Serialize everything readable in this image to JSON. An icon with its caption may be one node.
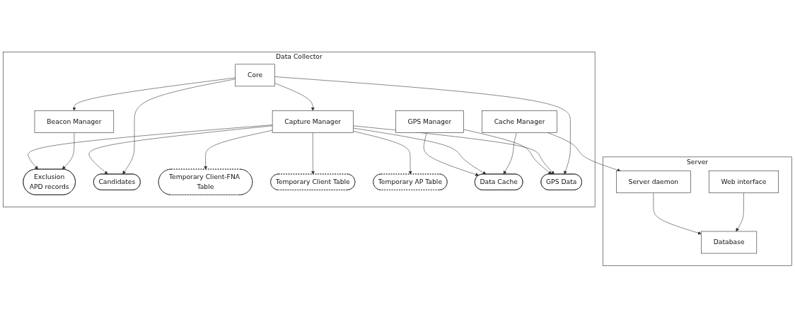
{
  "diagram": {
    "nodes": [
      {
        "text": [
          "Data Collector"
        ]
      },
      {
        "text": [
          "GPS Manager"
        ],
        "in": 0
      },
      {
        "text": [
          "GPS Data"
        ],
        "in": 0
      },
      {
        "text": [
          "Data Cache"
        ],
        "in": 0
      },
      {
        "text": [
          "Temporary AP Table"
        ],
        "in": 0
      },
      {
        "text": [
          "Capture Manager"
        ],
        "in": 0
      },
      {
        "text": [
          "Core"
        ],
        "in": 0
      },
      {
        "text": [
          "Temporary Client Table"
        ],
        "in": 0
      },
      {
        "text": [
          "Temporary Client-FNA Table"
        ],
        "in": 0
      },
      {
        "text": [
          "Beacon Manager"
        ],
        "in": 0
      },
      {
        "text": [
          "Candidates"
        ],
        "in": 0
      },
      {
        "text": [
          "Exclusion",
          "APD records"
        ],
        "in": 0
      },
      {
        "text": [
          "Cache Manager"
        ],
        "in": 0
      },
      {
        "text": [
          "Server"
        ]
      },
      {
        "text": [
          "Server daemon"
        ],
        "in": 13
      },
      {
        "text": [
          "Database"
        ],
        "in": 13
      },
      {
        "text": [
          "Web interface"
        ],
        "in": 13
      }
    ],
    "edges": [
      {
        "from": 1,
        "to": 2,
        "arrow": "to"
      },
      {
        "from": 1,
        "to": 3,
        "arrow": "to"
      },
      {
        "from": 5,
        "to": 4,
        "arrow": "to"
      },
      {
        "from": 5,
        "to": 2,
        "arrow": "to"
      },
      {
        "from": 5,
        "to": 3,
        "arrow": "to"
      },
      {
        "from": 6,
        "to": 2,
        "arrow": "to"
      },
      {
        "from": 6,
        "to": 5,
        "arrow": "to"
      },
      {
        "from": 5,
        "to": 7,
        "arrow": "to"
      },
      {
        "from": 5,
        "to": 8,
        "arrow": "to"
      },
      {
        "from": 5,
        "to": 10,
        "arrow": "to"
      },
      {
        "from": 5,
        "to": 11,
        "arrow": "to"
      },
      {
        "from": 6,
        "to": 10,
        "arrow": "to"
      },
      {
        "from": 6,
        "to": 9,
        "arrow": "to"
      },
      {
        "from": 9,
        "to": 11,
        "arrow": "to"
      },
      {
        "from": 12,
        "to": 3,
        "arrow": "to"
      },
      {
        "from": 12,
        "to": 14,
        "arrow": "to"
      },
      {
        "from": 14,
        "to": 15,
        "arrow": "to"
      },
      {
        "from": 16,
        "to": 15,
        "arrow": "to"
      }
    ]
  }
}
